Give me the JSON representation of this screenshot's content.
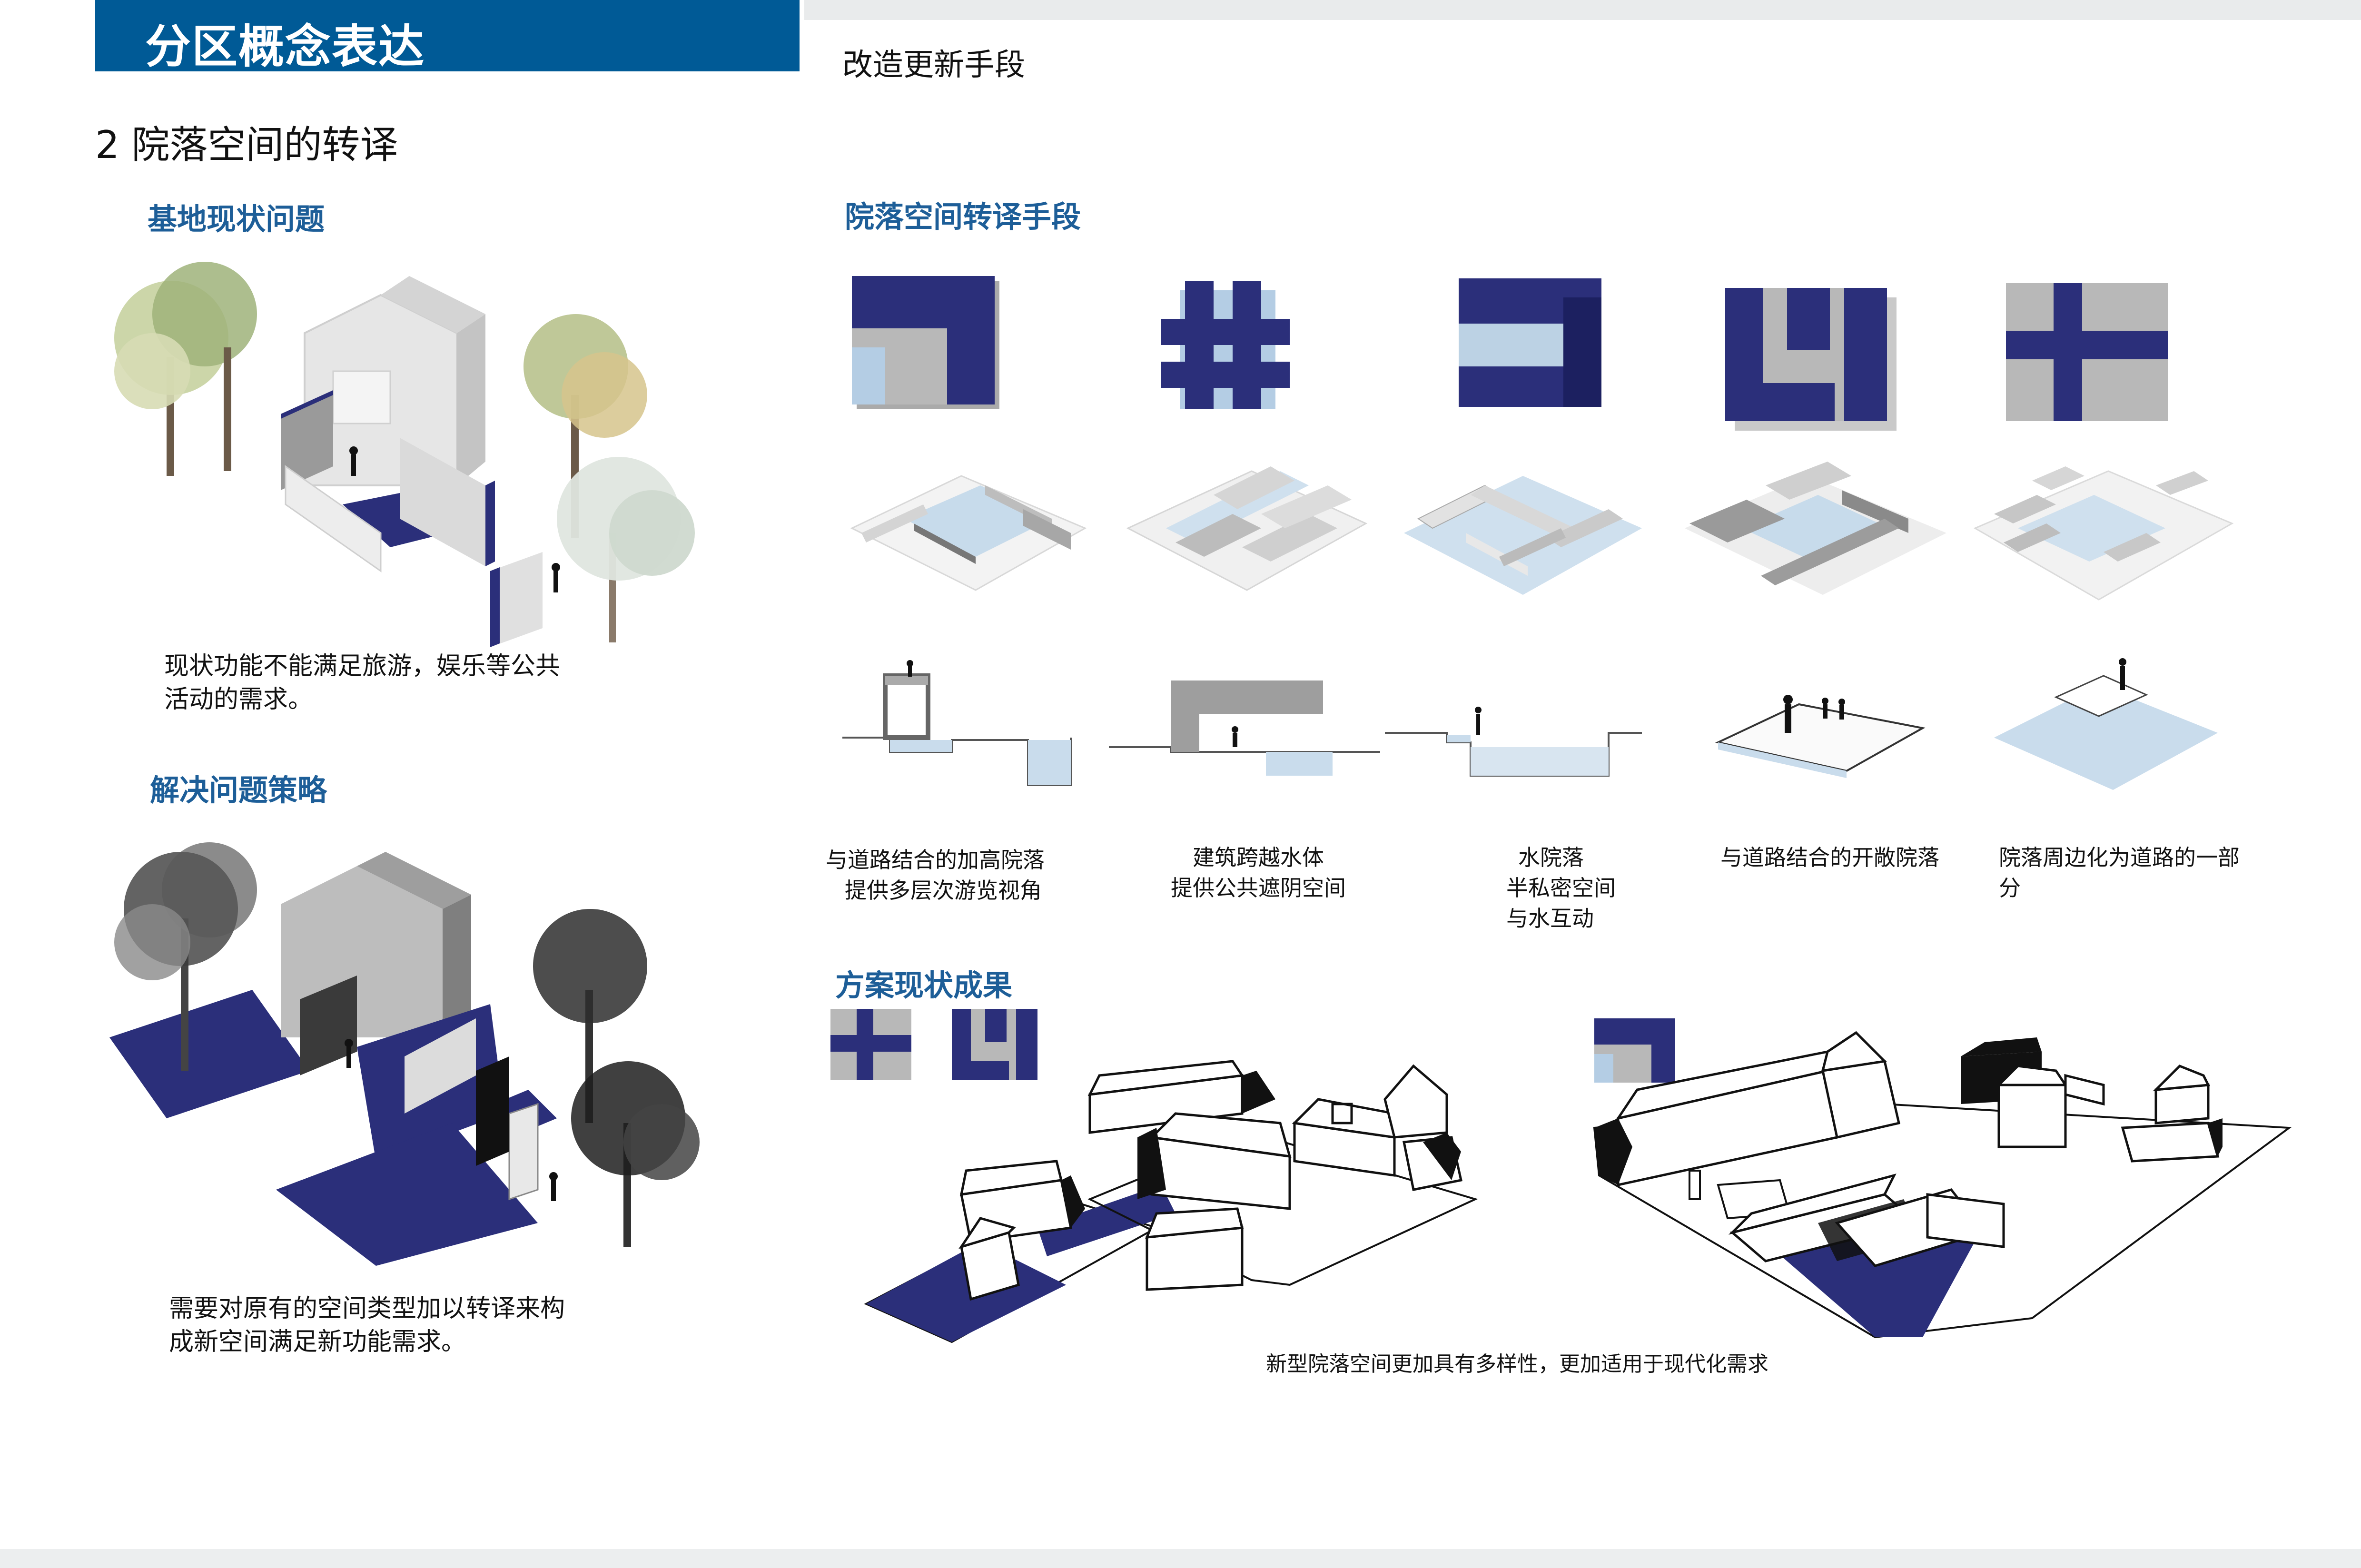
{
  "header": {
    "title": "分区概念表达"
  },
  "subheader": "改造更新手段",
  "section_title": "2 院落空间的转译",
  "left": {
    "current_issue": {
      "heading": "基地现状问题",
      "caption_lines": [
        "现状功能不能满足旅游，娱乐等公共",
        "活动的需求。"
      ]
    },
    "strategy": {
      "heading": "解决问题策略",
      "caption_lines": [
        "需要对原有的空间类型加以转译来构",
        "成新空间满足新功能需求。"
      ]
    }
  },
  "methods": {
    "heading": "院落空间转译手段",
    "items": [
      {
        "caption_lines": [
          "与道路结合的加高院落",
          "提供多层次游览视角"
        ]
      },
      {
        "caption_lines": [
          "建筑跨越水体",
          "提供公共遮阴空间"
        ]
      },
      {
        "caption_lines": [
          "水院落",
          "半私密空间",
          "与水互动"
        ]
      },
      {
        "caption_lines": [
          "与道路结合的开敞院落"
        ]
      },
      {
        "caption_lines": [
          "院落周边化为道路的一部",
          "分"
        ]
      }
    ]
  },
  "results": {
    "heading": "方案现状成果",
    "caption": "新型院落空间更加具有多样性，更加适用于现代化需求"
  },
  "colors": {
    "header_bg": "#005a96",
    "heading_blue": "#1d5e98",
    "navy": "#2b2f7a",
    "gray": "#b8b8b8",
    "light_blue": "#b4cde4",
    "water": "#c9dcec"
  }
}
